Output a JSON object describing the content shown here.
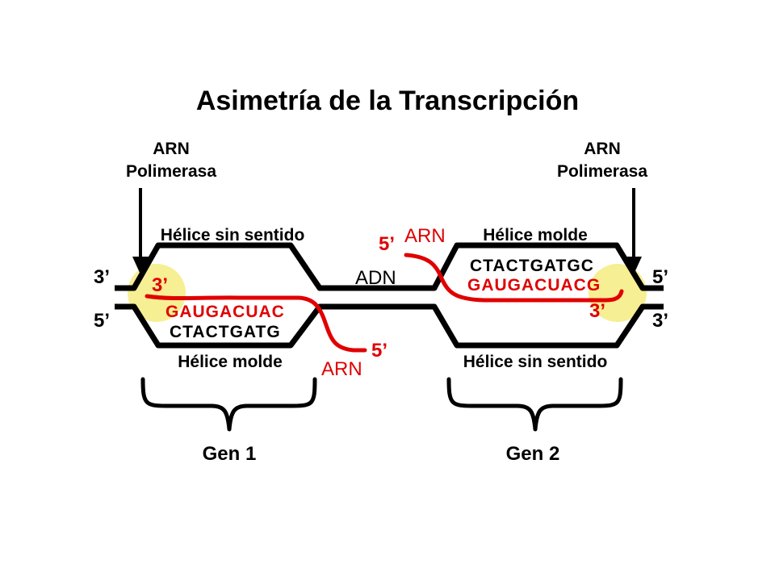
{
  "title": "Asimetría de la Transcripción",
  "colors": {
    "strand": "#000000",
    "rna": "#e00000",
    "highlight": "#f5ec80"
  },
  "polymerase_left": {
    "line1": "ARN",
    "line2": "Polimerasa"
  },
  "polymerase_right": {
    "line1": "ARN",
    "line2": "Polimerasa"
  },
  "ends": {
    "left_top": "3’",
    "left_bottom": "5’",
    "right_top": "5’",
    "right_bottom": "3’"
  },
  "gene1": {
    "top_strand_label": "Hélice sin sentido",
    "bottom_strand_label": "Hélice molde",
    "rna_end_3": "3’",
    "rna_sequence": "GAUGACUAC",
    "dna_sequence": "CTACTGATG",
    "rna_end_5": "5’",
    "rna_label": "ARN",
    "gene_label": "Gen 1"
  },
  "center_label": "ADN",
  "gene2": {
    "top_strand_label": "Hélice molde",
    "bottom_strand_label": "Hélice sin sentido",
    "rna_end_5": "5’",
    "rna_label": "ARN",
    "dna_sequence": "CTACTGATGC",
    "rna_sequence": "GAUGACUACG",
    "rna_end_3": "3’",
    "gene_label": "Gen 2"
  }
}
